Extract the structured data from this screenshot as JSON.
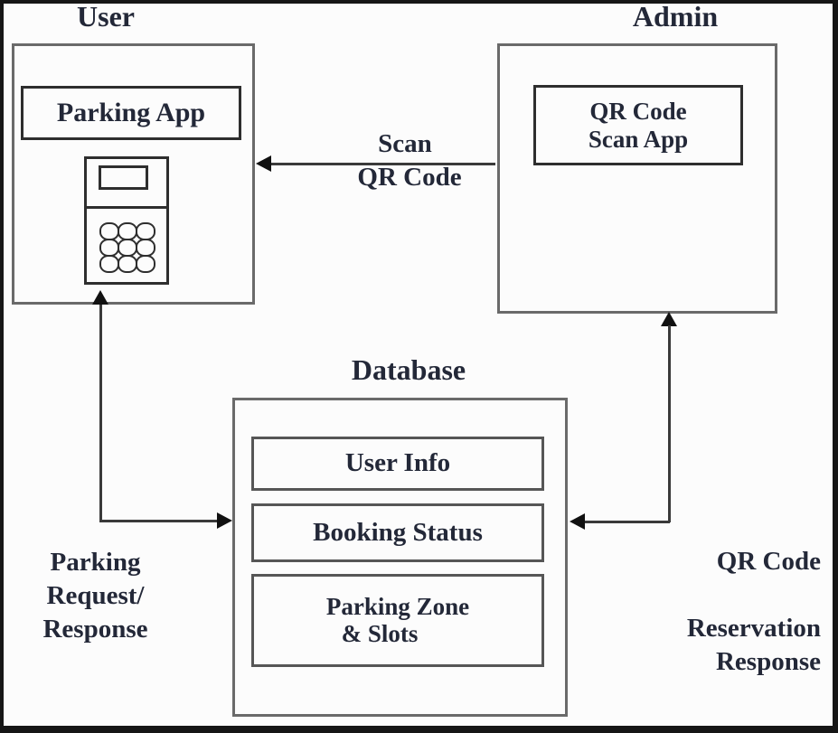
{
  "diagram": {
    "user": {
      "title": "User",
      "app_label": "Parking App"
    },
    "admin": {
      "title": "Admin",
      "app_label_line1": "QR Code",
      "app_label_line2": "Scan App"
    },
    "database": {
      "title": "Database",
      "items": [
        {
          "label": "User Info"
        },
        {
          "label": "Booking Status"
        },
        {
          "label_line1": "Parking Zone",
          "label_line2": "& Slots"
        }
      ]
    },
    "edges": {
      "scan": {
        "line1": "Scan",
        "line2": "QR Code"
      },
      "parking_request": {
        "line1": "Parking",
        "line2": "Request/",
        "line3": "Response"
      },
      "qr_reservation": {
        "line1": "QR Code",
        "line2": "Reservation",
        "line3": "Response"
      }
    }
  },
  "colors": {
    "frame": "#161616",
    "border": "#6a6a6a",
    "border-dark": "#2e2e2e",
    "line": "#3a3a3a",
    "arrow": "#111111",
    "ink": "#232838",
    "bg": "#fcfcfc"
  }
}
